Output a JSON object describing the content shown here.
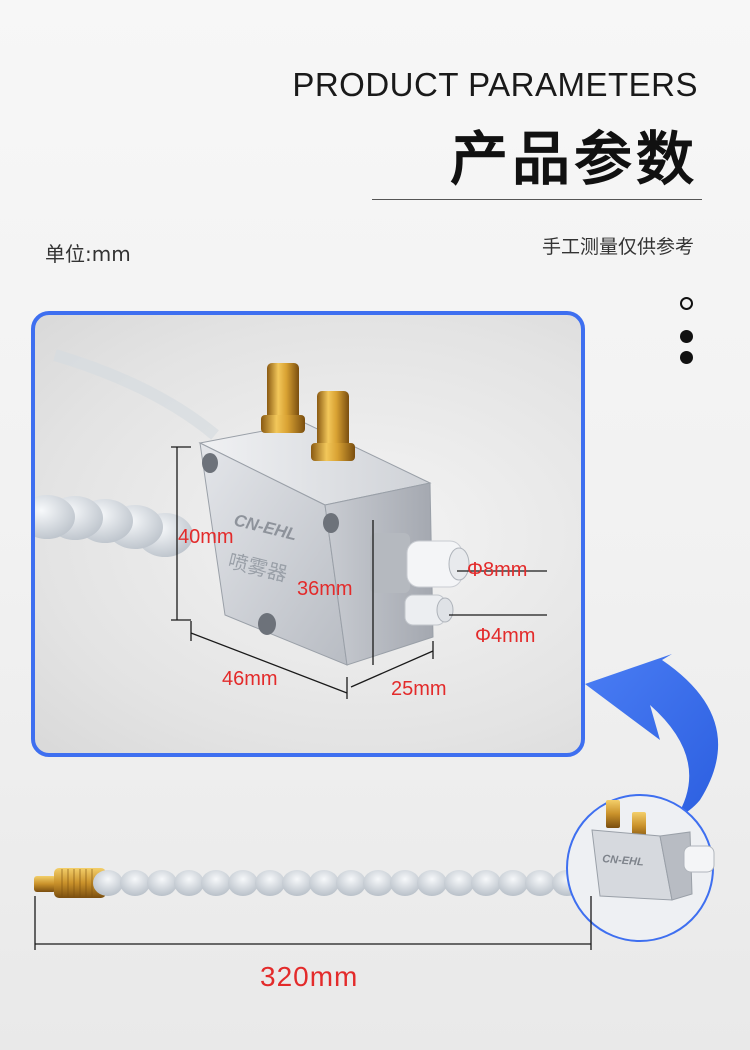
{
  "header": {
    "title_en": "PRODUCT PARAMETERS",
    "title_cn": "产品参数"
  },
  "unit_label": "单位:mm",
  "note_label": "手工测量仅供参考",
  "dimensions": {
    "height": "40mm",
    "inner_height": "36mm",
    "length": "46mm",
    "width": "25mm",
    "port_large": "Φ8mm",
    "port_small": "Φ4mm",
    "total_length": "320mm"
  },
  "product_marking": {
    "brand": "CN-EHL",
    "name": "喷雾器"
  },
  "colors": {
    "accent": "#3e6ff0",
    "dimension_text": "#e32b2b"
  },
  "icons": [
    "circle-outline-icon",
    "circle-filled-icon",
    "curved-arrow-icon"
  ]
}
